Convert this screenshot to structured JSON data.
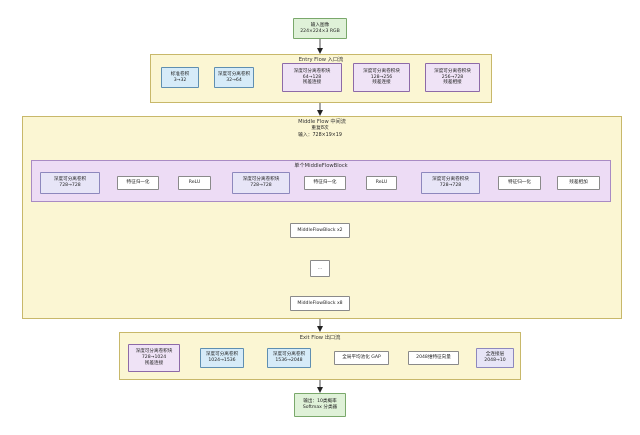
{
  "input": {
    "line1": "输入图像",
    "line2": "224×224×3 RGB"
  },
  "entry": {
    "title": "Entry Flow 入口流",
    "n1": {
      "line1": "标准卷积",
      "line2": "3→32"
    },
    "n2": {
      "line1": "深度可分离卷积",
      "line2": "32→64"
    },
    "n3": {
      "line1": "深度可分离卷积块",
      "line2": "64→128",
      "line3": "残差连接"
    },
    "n4": {
      "line1": "深度可分离卷积块",
      "line2": "128→256",
      "line3": "残差连接"
    },
    "n5": {
      "line1": "深度可分离卷积块",
      "line2": "256→728",
      "line3": "残差相接"
    }
  },
  "middle": {
    "title": "Middle Flow 中间流",
    "repeat": "重复8次",
    "input_label": "输入：728×19×19",
    "block_title": "单个MiddleFlowBlock",
    "b1": {
      "line1": "深度可分离卷积",
      "line2": "728→728"
    },
    "b2": "特征归一化",
    "b3": "ReLU",
    "b4": {
      "line1": "深度可分离卷积块",
      "line2": "728→728"
    },
    "b5": "特征归一化",
    "b6": "ReLU",
    "b7": {
      "line1": "深度可分离卷积块",
      "line2": "728→728"
    },
    "b8": "特征归一化",
    "b9": "残差相加",
    "s1": "MiddleFlowBlock x2",
    "s2": "...",
    "s3": "MiddleFlowBlock x8"
  },
  "exit": {
    "title": "Exit Flow 出口流",
    "n1": {
      "line1": "深度可分离卷积块",
      "line2": "728→1024",
      "line3": "残差连接"
    },
    "n2": {
      "line1": "深度可分离卷积",
      "line2": "1024→1536"
    },
    "n3": {
      "line1": "深度可分离卷积",
      "line2": "1536→2048"
    },
    "n4": "全局平均池化 GAP",
    "n5": "2048维特征向量",
    "n6": {
      "line1": "全连接层",
      "line2": "2048→10"
    }
  },
  "output": {
    "line1": "输出：10类概率",
    "line2": "Softmax 分类器"
  }
}
